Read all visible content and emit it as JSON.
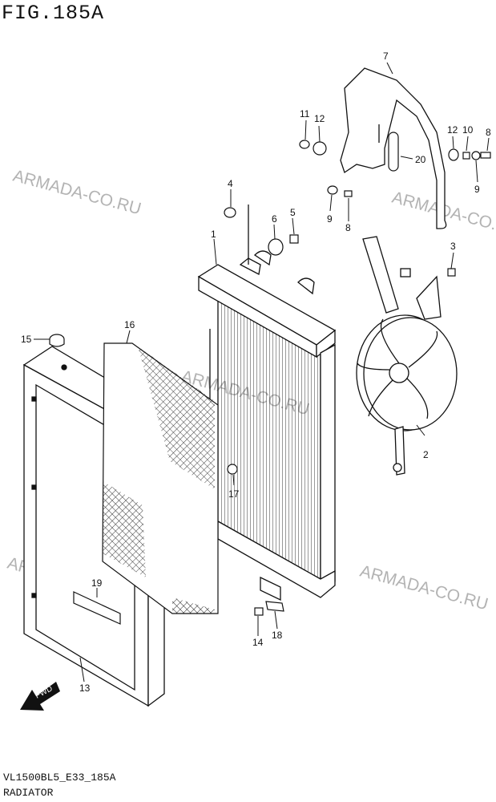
{
  "figure": {
    "title": "FIG.185A",
    "code": "VL1500BL5_E33_185A",
    "name": "RADIATOR"
  },
  "watermark": "ARMADA-CO.RU",
  "fwd_label": "FWD",
  "callouts": {
    "c1": "1",
    "c2": "2",
    "c3": "3",
    "c4": "4",
    "c5": "5",
    "c6": "6",
    "c7": "7",
    "c8": "8",
    "c9a": "9",
    "c9b": "9",
    "c10": "10",
    "c11": "11",
    "c12a": "12",
    "c12b": "12",
    "c13": "13",
    "c14": "14",
    "c15": "15",
    "c16": "16",
    "c17": "17",
    "c18": "18",
    "c19": "19",
    "c20": "20",
    "c8b": "8"
  }
}
